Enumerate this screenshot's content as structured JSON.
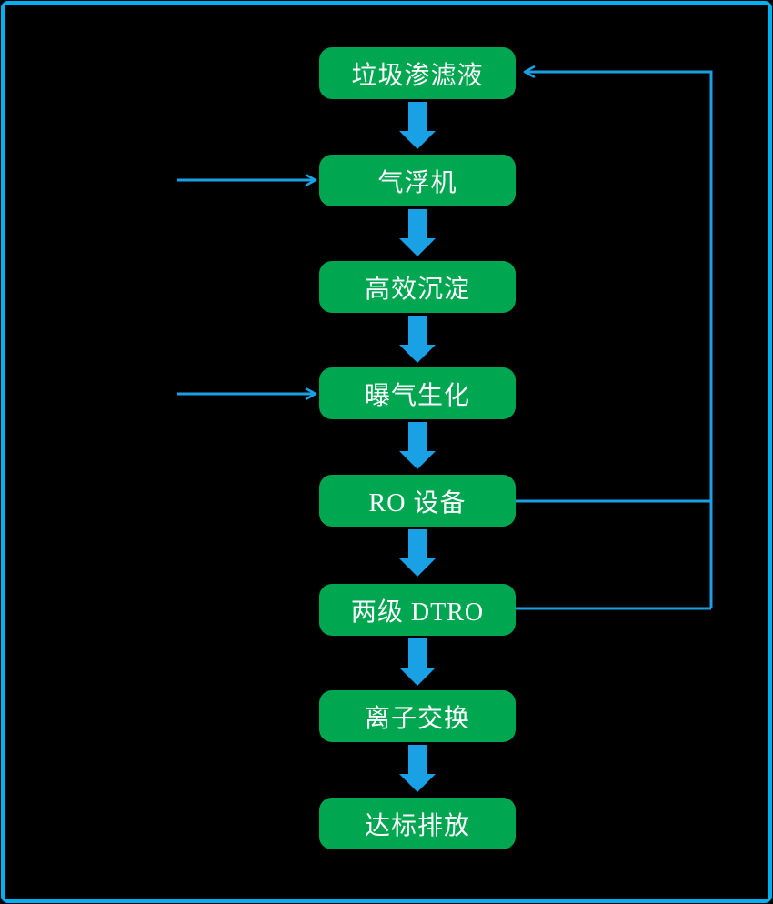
{
  "diagram": {
    "type": "flowchart",
    "direction": "top-down",
    "colors": {
      "background": "#000000",
      "frame_border": "#00B0F0",
      "node_fill": "#00A650",
      "node_text": "#FFFFFF",
      "connector": "#1AA0E4"
    },
    "nodes": [
      {
        "id": "leachate",
        "label": "垃圾渗滤液"
      },
      {
        "id": "air-flotation",
        "label": "气浮机"
      },
      {
        "id": "high-efficiency-sedimentation",
        "label": "高效沉淀"
      },
      {
        "id": "aeration-biochemical",
        "label": "曝气生化"
      },
      {
        "id": "ro-equipment",
        "label": "RO 设备"
      },
      {
        "id": "two-stage-dtro",
        "label": "两级 DTRO"
      },
      {
        "id": "ion-exchange",
        "label": "离子交换"
      },
      {
        "id": "compliant-discharge",
        "label": "达标排放"
      }
    ],
    "edges": [
      {
        "from": "leachate",
        "to": "air-flotation",
        "style": "block-arrow-down"
      },
      {
        "from": "air-flotation",
        "to": "high-efficiency-sedimentation",
        "style": "block-arrow-down"
      },
      {
        "from": "high-efficiency-sedimentation",
        "to": "aeration-biochemical",
        "style": "block-arrow-down"
      },
      {
        "from": "aeration-biochemical",
        "to": "ro-equipment",
        "style": "block-arrow-down"
      },
      {
        "from": "ro-equipment",
        "to": "two-stage-dtro",
        "style": "block-arrow-down"
      },
      {
        "from": "two-stage-dtro",
        "to": "ion-exchange",
        "style": "block-arrow-down"
      },
      {
        "from": "ion-exchange",
        "to": "compliant-discharge",
        "style": "block-arrow-down"
      },
      {
        "from": "external-left",
        "to": "air-flotation",
        "style": "thin-arrow-right"
      },
      {
        "from": "external-left",
        "to": "aeration-biochemical",
        "style": "thin-arrow-right"
      },
      {
        "from": "ro-equipment",
        "to": "leachate",
        "style": "thin-feedback-right-side"
      },
      {
        "from": "two-stage-dtro",
        "to": "leachate",
        "style": "thin-feedback-right-side"
      }
    ]
  }
}
